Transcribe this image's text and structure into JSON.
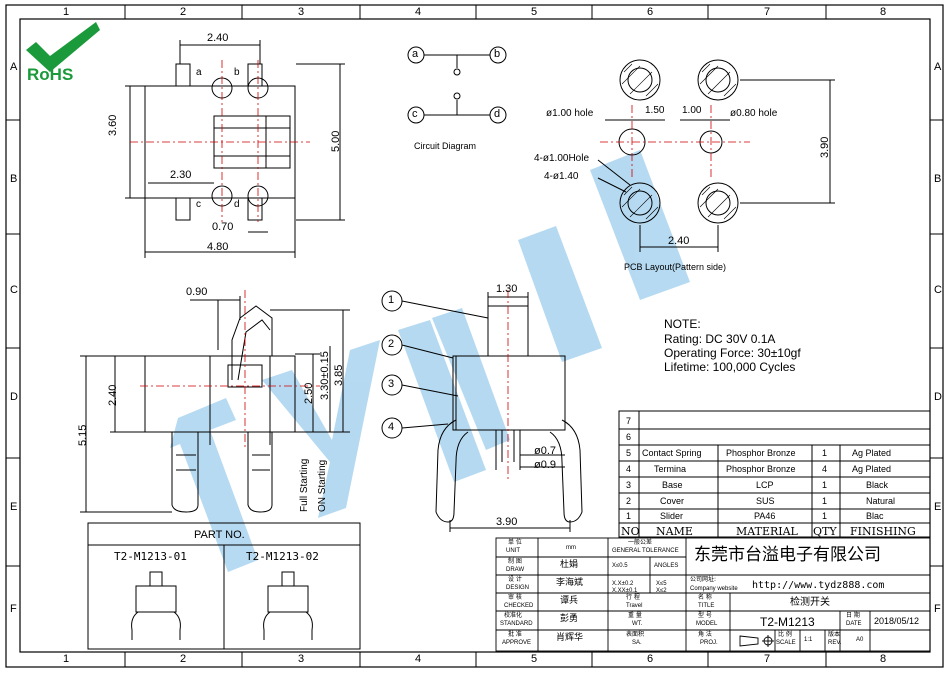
{
  "frame": {
    "columns": [
      "1",
      "2",
      "3",
      "4",
      "5",
      "6",
      "7",
      "8"
    ],
    "rows": [
      "A",
      "B",
      "C",
      "D",
      "E",
      "F"
    ]
  },
  "logo": {
    "text": "RoHS",
    "color": "#1a9a3a"
  },
  "watermark": {
    "text": "TYDZ",
    "color": "#9ecbec"
  },
  "top_view": {
    "dim_width_top": "2.40",
    "dim_height_left": "3.60",
    "dim_height_right": "5.00",
    "dim_mid": "2.30",
    "dim_pad": "0.70",
    "dim_width_bottom": "4.80",
    "pin_a": "a",
    "pin_b": "b",
    "pin_c": "c",
    "pin_d": "d"
  },
  "circuit": {
    "title": "Circuit Diagram",
    "pins": [
      "a",
      "b",
      "c",
      "d"
    ]
  },
  "pcb": {
    "hole1_label": "ø1.00  hole",
    "hole2_label": "ø0.80  hole",
    "dim_150": "1.50",
    "dim_100": "1.00",
    "dim_390": "3.90",
    "label_4hole": "4-ø1.00Hole",
    "label_4dia": "4-ø1.40",
    "dim_240": "2.40",
    "title": "PCB Layout(Pattern side)"
  },
  "side_view": {
    "dim_090": "0.90",
    "dim_240": "2.40",
    "dim_515": "5.15",
    "dim_250": "2.50",
    "dim_330": "3.30±0.15",
    "dim_385": "3.85",
    "full_starting": "Full Starting",
    "on_starting": "ON Starting"
  },
  "front_view": {
    "callouts": [
      "1",
      "2",
      "3",
      "4"
    ],
    "dim_130": "1.30",
    "dim_07": "ø0.7",
    "dim_09": "ø0.9",
    "dim_390": "3.90"
  },
  "notes": {
    "title": "NOTE:",
    "lines": [
      "Rating:  DC  30V  0.1A",
      "Operating Force:  30±10gf",
      "Lifetime:  100,000  Cycles"
    ]
  },
  "bom": {
    "rows": [
      {
        "no": "7",
        "name": "",
        "material": "",
        "qty": "",
        "finishing": ""
      },
      {
        "no": "6",
        "name": "",
        "material": "",
        "qty": "",
        "finishing": ""
      },
      {
        "no": "5",
        "name": "Contact Spring",
        "material": "Phosphor Bronze",
        "qty": "1",
        "finishing": "Ag Plated"
      },
      {
        "no": "4",
        "name": "Termina",
        "material": "Phosphor Bronze",
        "qty": "4",
        "finishing": "Ag Plated"
      },
      {
        "no": "3",
        "name": "Base",
        "material": "LCP",
        "qty": "1",
        "finishing": "Black"
      },
      {
        "no": "2",
        "name": "Cover",
        "material": "SUS",
        "qty": "1",
        "finishing": "Natural"
      },
      {
        "no": "1",
        "name": "Slider",
        "material": "PA46",
        "qty": "1",
        "finishing": "Blac"
      }
    ],
    "header": {
      "no": "NO",
      "name": "NAME",
      "material": "MATERIAL",
      "qty": "QTY",
      "finishing": "FINISHING"
    }
  },
  "part_no": {
    "title": "PART NO.",
    "p1": "T2-M1213-01",
    "p2": "T2-M1213-02"
  },
  "title_block": {
    "unit_label": "单 位",
    "unit_en": "UNIT",
    "unit_val": "mm",
    "gt_label": "一般公差",
    "gt_en": "GENERAL TOLERANCE",
    "draw_label": "制 图",
    "draw_en": "DRAW",
    "draw_val": "杜娟",
    "design_label": "设 计",
    "design_en": "DESIGN",
    "design_val": "李海斌",
    "checked_label": "审 核",
    "checked_en": "CHECKED",
    "checked_val": "谭兵",
    "standard_label": "校准化",
    "standard_en": "STANDARD",
    "standard_val": "彭勇",
    "approve_label": "批 准",
    "approve_en": "APPROVE",
    "approve_val": "肖辉华",
    "tol1": "X≤0.5",
    "tol2": "X.X±0.2",
    "tol3": "X.XX±0.1",
    "ang_label": "ANGLES",
    "ang1": "X≤5",
    "ang2": "X≤2",
    "travel_label": "行 程",
    "travel_en": "Travel",
    "wt_label": "重 量",
    "wt_en": "WT.",
    "sa_label": "表面积",
    "sa_en": "SA.",
    "company": "东莞市台溢电子有限公司",
    "web_label": "公司网址:",
    "web_en": "Company website",
    "web": "http://www.tydz888.com",
    "title_label": "名 称",
    "title_en": "TITLE",
    "title_val": "检测开关",
    "model_label": "型 号",
    "model_en": "MODEL",
    "model_val": "T2-M1213",
    "date_label": "日 期",
    "date_en": "DATE",
    "date_val": "2018/05/12",
    "proj_label": "角 法",
    "proj_en": "PROJ.",
    "scale_label": "比 例",
    "scale_en": "SCALE",
    "scale_val": "1:1",
    "rev_label": "版本",
    "rev_en": "REV.",
    "rev_val": "A0"
  }
}
